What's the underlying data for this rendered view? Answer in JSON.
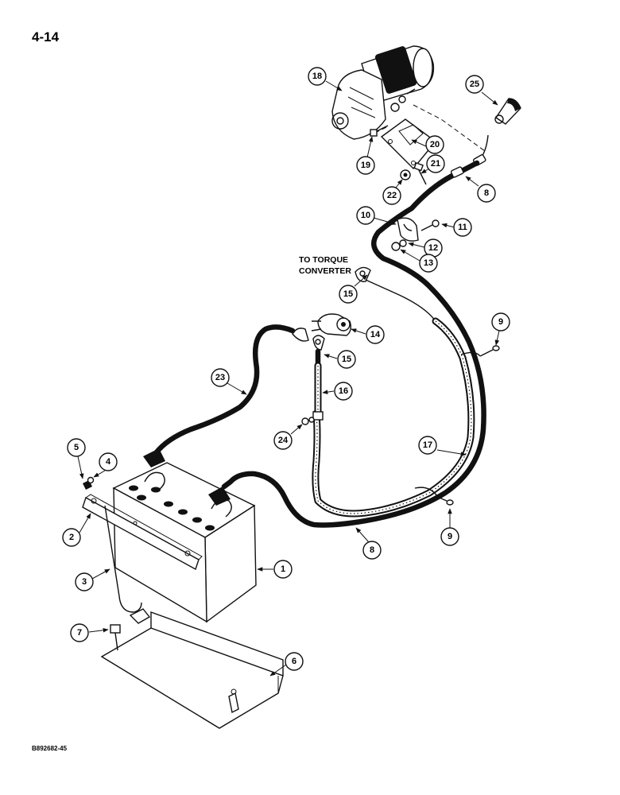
{
  "page": {
    "number": "4-14",
    "figure_code": "B892682-45"
  },
  "note": {
    "line1": "TO TORQUE",
    "line2": "CONVERTER"
  },
  "callouts": {
    "c1": "1",
    "c2": "2",
    "c3": "3",
    "c4": "4",
    "c5": "5",
    "c6": "6",
    "c7": "7",
    "c8a": "8",
    "c8b": "8",
    "c9a": "9",
    "c9b": "9",
    "c10": "10",
    "c11": "11",
    "c12": "12",
    "c13": "13",
    "c14": "14",
    "c15a": "15",
    "c15b": "15",
    "c16": "16",
    "c17": "17",
    "c18": "18",
    "c19": "19",
    "c20": "20",
    "c21": "21",
    "c22": "22",
    "c23": "23",
    "c24": "24",
    "c25": "25"
  }
}
